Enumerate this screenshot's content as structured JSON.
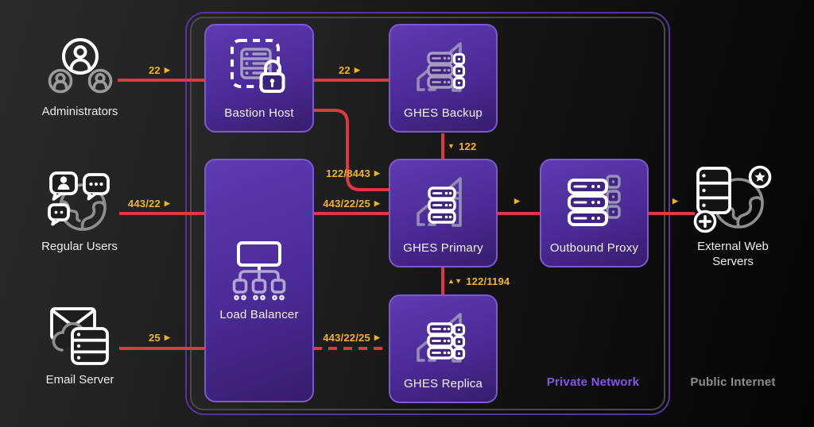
{
  "zones": {
    "private_network": {
      "label": "Private Network"
    },
    "public_internet": {
      "label": "Public Internet"
    }
  },
  "actors": {
    "administrators": {
      "label": "Administrators"
    },
    "regular_users": {
      "label": "Regular Users"
    },
    "email_server": {
      "label": "Email Server"
    },
    "external_web_servers": {
      "label": "External Web Servers"
    }
  },
  "nodes": {
    "bastion_host": {
      "label": "Bastion Host"
    },
    "ghes_backup": {
      "label": "GHES Backup"
    },
    "load_balancer": {
      "label": "Load Balancer"
    },
    "ghes_primary": {
      "label": "GHES Primary"
    },
    "outbound_proxy": {
      "label": "Outbound Proxy"
    },
    "ghes_replica": {
      "label": "GHES Replica"
    }
  },
  "connections": {
    "admin_bastion": {
      "ports": "22",
      "arrow": "▶"
    },
    "bastion_backup": {
      "ports": "22",
      "arrow": "▶"
    },
    "backup_primary": {
      "arrow": "▼",
      "ports": "122"
    },
    "bastion_primary": {
      "ports": "122/8443",
      "arrow": "▶"
    },
    "users_lb": {
      "ports": "443/22",
      "arrow": "▶"
    },
    "lb_primary": {
      "ports": "443/22/25",
      "arrow": "▶"
    },
    "primary_outbound": {
      "arrow": "▶"
    },
    "outbound_external": {
      "arrow": "▶"
    },
    "email_lb": {
      "ports": "25",
      "arrow": "▶"
    },
    "lb_replica": {
      "ports": "443/22/25",
      "arrow": "▶"
    },
    "primary_replica": {
      "arrow": "▲▼",
      "ports": "122/1194"
    }
  },
  "colors": {
    "connection_red": "#dd3943",
    "port_yellow": "#f0b51d",
    "node_border_purple": "#7c58d4",
    "network_border_purple": "#54359b",
    "private_label_purple": "#8257e6",
    "public_label_gray": "#8d8d8d"
  }
}
